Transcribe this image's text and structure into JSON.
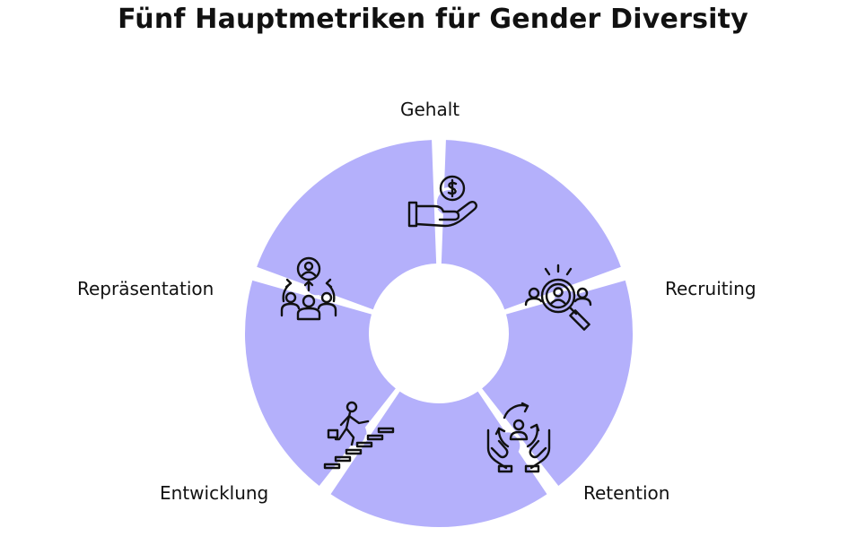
{
  "title": "Fünf Hauptmetriken für Gender Diversity",
  "colors": {
    "segment": "#b4b0fb",
    "text": "#111111",
    "background": "#ffffff"
  },
  "segments": [
    {
      "label": "Gehalt",
      "icon": "hand-coin-icon"
    },
    {
      "label": "Recruiting",
      "icon": "people-magnifier-icon"
    },
    {
      "label": "Retention",
      "icon": "hands-person-cycle-icon"
    },
    {
      "label": "Entwicklung",
      "icon": "stairs-climber-icon"
    },
    {
      "label": "Repräsentation",
      "icon": "group-arrows-icon"
    }
  ]
}
